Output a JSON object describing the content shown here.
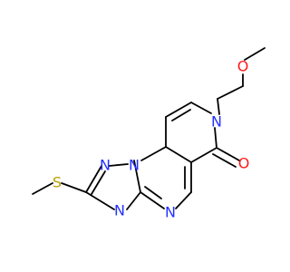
{
  "atoms": {
    "o_ether": "O",
    "o_carbonyl": "O",
    "n_ring_amide": "N",
    "n_triazole_1": "N",
    "n_triazole_2": "N",
    "n_triazole_3": "N",
    "n_pyrimidine": "N",
    "s_thioether": "S"
  },
  "colors": {
    "carbon": "#000000",
    "nitrogen": "#2431ff",
    "oxygen": "#ff1a1a",
    "sulfur": "#b9a000"
  }
}
